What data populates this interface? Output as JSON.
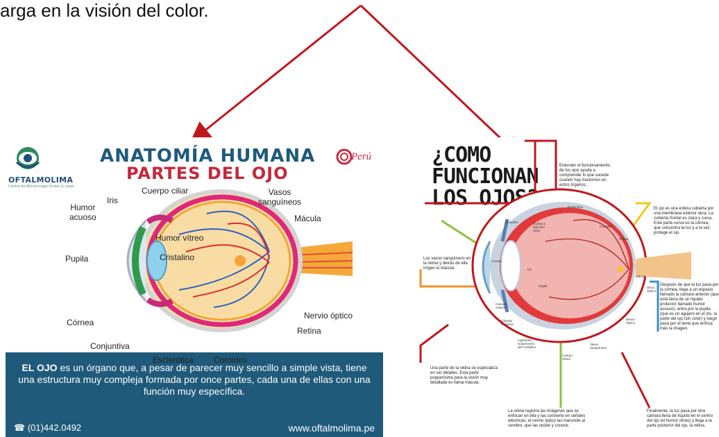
{
  "top_text": "arga en la visión del color.",
  "left_panel": {
    "brand_name": "OFTALMOLIMA",
    "brand_tagline": "Centro de Microcirugía Ocular & Láser",
    "title_line1": "ANATOMÍA HUMANA",
    "title_line2": "PARTES DEL OJO",
    "peru_logo": "Perú",
    "labels": {
      "cuerpo_ciliar": "Cuerpo ciliar",
      "vasos": "Vasos\nsanguíneos",
      "iris": "Iris",
      "humor_acuoso": "Humor\nacuoso",
      "macula": "Mácula",
      "humor_vitreo": "Humor vítreo",
      "pupila": "Pupila",
      "cristalino": "Cristalino",
      "cornea": "Córnea",
      "nervio_optico": "Nervio óptico",
      "conjuntiva": "Conjuntiva",
      "retina": "Retina",
      "esclerotica": "Esclerótica",
      "coroides": "Coroides"
    },
    "info_lead": "EL OJO",
    "info_body": " es un órgano que, a pesar de parecer muy sencillo a simple vista, tiene una estructura muy compleja formada por once partes, cada una de ellas con una función muy específica.",
    "phone": "(01)442.0492",
    "website": "www.oftalmolima.pe"
  },
  "right_panel": {
    "title_line1": "¿COMO",
    "title_line2": "FUNCIONAN",
    "title_line3": "LOS OJOS?",
    "notes": {
      "top": "Entender el funcionamiento de los ojos ayuda a comprender lo que sucede cuando hay trastornos en estos órganos.",
      "right_top": "El ojo es una esfera cubierta por una membrana exterior dura. La cubierta frontal es clara y curva. Este parte curva es la córnea, que concentra la luz y a la vez protege el ojo.",
      "left": "Los vasos sanguíneos en la retina y detrás de ella irrigan la mácula.",
      "right_mid": "Después de que la luz pasa por la córnea, llega a un espacio llamado la cámara anterior (que está llena de un líquido protector llamado humor acuoso), entra por la pupila (que es un agujero en el iris, la parte del ojo con color) y luego pasa por el lente que enfoca más la imagen.",
      "left_bottom": "Una parte de la retina se especializa en ver detalles. Esta parte poquerísima para la visión muy detallada es llama mácula.",
      "bottom": "La retina registra las imágenes que se enfocan en ella y las convierte en señales eléctricas, el nervio óptico las transmite al cerebro, que las recibe y conoce.",
      "right_bottom": "Finalmente, la luz pasa por otra cámara llena de líquido en el centro del ojo (el humor vítreo) y llega a la parte posterior del ojo, la retina."
    },
    "eye_labels": {
      "cristalino": "Cristalino",
      "cuerpo_ciliar": "Cuerpo y\nMúsculo\nCiliar",
      "esclerotica": "Esclerótica",
      "coroides": "Coroides",
      "retina": "Retina",
      "cornea": "Córnea",
      "iris": "Iris",
      "pupila": "Pupila",
      "macula": "Mácula",
      "disco_optico": "Disco\nÓptico",
      "camara_anterior": "Cámara\nAnterior",
      "camara_posterior": "Cámara\nPosterior",
      "ligamentos": "Ligamento\nsuspensorio\ndel Cristalino",
      "cuerpo_vitreo": "Cuerpo\nVítreo",
      "vasos": "Vasos\nSanguíneos",
      "nervio": "Nervio\nÓptico"
    }
  },
  "colors": {
    "arrow": "#c0171d",
    "brand_blue": "#1e5a7c",
    "brand_red": "#c6283a",
    "info_bg": "#1f5a7a"
  }
}
